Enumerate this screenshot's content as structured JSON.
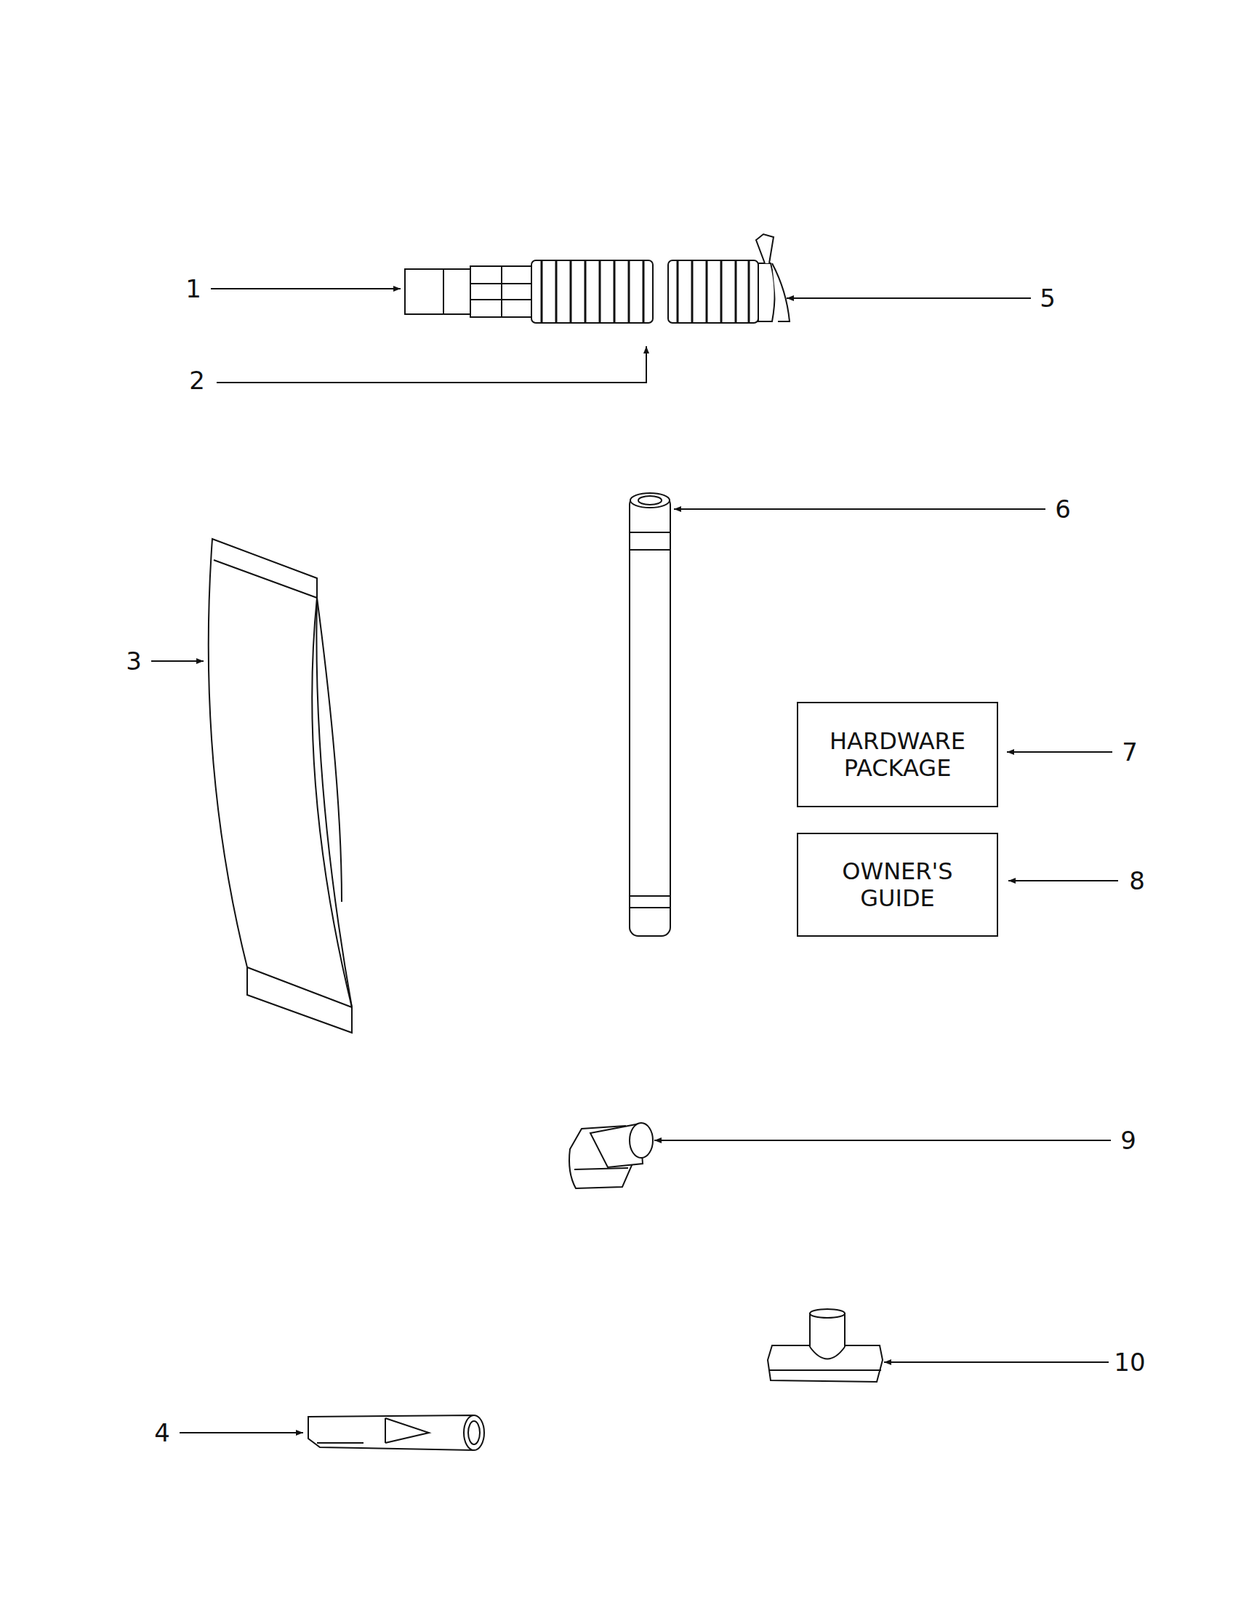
{
  "diagram": {
    "nodes": [
      {
        "text": [
          "HARDWARE PACKAGE"
        ]
      },
      {
        "text": [
          "OWNER'S GUIDE"
        ]
      }
    ],
    "labels": [
      "1",
      "5",
      "2",
      "6",
      "3",
      "7",
      "8",
      "9",
      "10",
      "4"
    ]
  }
}
